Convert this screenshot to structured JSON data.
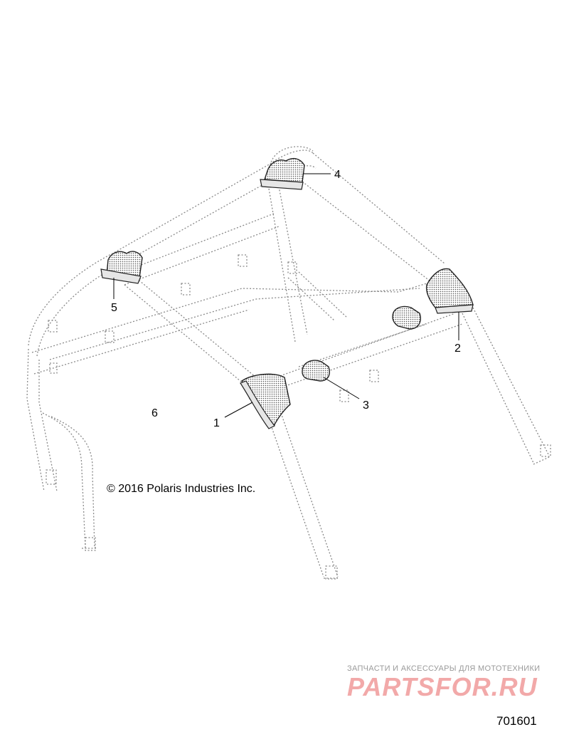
{
  "callouts": [
    {
      "id": "1",
      "label": "1"
    },
    {
      "id": "2",
      "label": "2"
    },
    {
      "id": "3",
      "label": "3"
    },
    {
      "id": "4",
      "label": "4"
    },
    {
      "id": "5",
      "label": "5"
    },
    {
      "id": "6",
      "label": "6"
    }
  ],
  "copyright": "© 2016 Polaris Industries Inc.",
  "diagram_number": "701601",
  "watermark": {
    "tagline": "ЗАПЧАСТИ И АКСЕССУАРЫ ДЛЯ МОТОТЕХНИКИ",
    "logo_text": "PARTSFOR.RU"
  },
  "colors": {
    "frame_dotted": "#8a8a8a",
    "part_outline": "#222222",
    "part_fill": "#cfcfcf",
    "watermark_logo": "#f2a9a9",
    "watermark_text": "#9a9a9a"
  }
}
